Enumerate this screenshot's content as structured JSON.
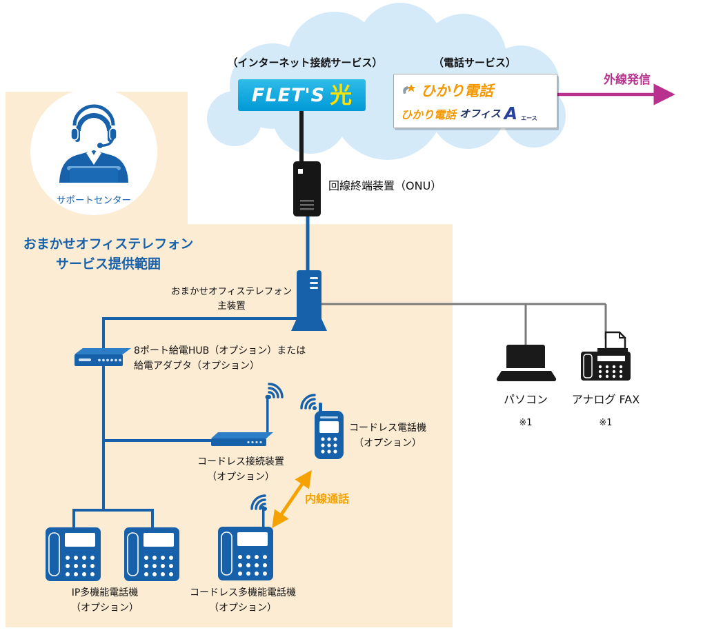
{
  "diagram_title": "おまかせオフィステレフォン サービス提供範囲",
  "colors": {
    "service_area_bg": "#fcecd4",
    "device_blue": "#1760aa",
    "cloud_blue": "#d4eaf9",
    "flets_cyan": "#00a5dd",
    "flets_hikari_yellow": "#ffe100",
    "hikari_orange": "#f39800",
    "outgoing_magenta": "#b8318e",
    "internal_call_orange": "#f5a200",
    "line_gray": "#7b7b7b",
    "line_black": "#1a1a1a"
  },
  "cloud": {
    "internet_service_label": "（インターネット接続サービス）",
    "phone_service_label": "（電話サービス）"
  },
  "logos": {
    "flets_name": "FLET'S",
    "flets_hikari": "光",
    "hikari_denwa_1": "ひかり電話",
    "hikari_denwa_2": "ひかり電話",
    "office": "オフィス",
    "office_a": "A",
    "office_ruby": "エース"
  },
  "labels": {
    "outgoing_call": "外線発信",
    "internal_call": "内線通話",
    "support_center": "サポートセンター",
    "service_area_line1": "おまかせオフィステレフォン",
    "service_area_line2": "サービス提供範囲",
    "onu": "回線終端装置（ONU）",
    "main_unit_line1": "おまかせオフィステレフォン",
    "main_unit_line2": "主装置",
    "hub_line1": "8ポート給電HUB（オプション）または",
    "hub_line2": "給電アダプタ（オプション）",
    "cordless_adapter_line1": "コードレス接続装置",
    "cordless_adapter_line2": "（オプション）",
    "cordless_phone_line1": "コードレス電話機",
    "cordless_phone_line2": "（オプション）",
    "ip_phone_line1": "IP多機能電話機",
    "ip_phone_line2": "（オプション）",
    "cordless_multi_phone_line1": "コードレス多機能電話機",
    "cordless_multi_phone_line2": "（オプション）",
    "pc": "パソコン",
    "fax": "アナログ FAX",
    "pc_note": "※1",
    "fax_note": "※1"
  },
  "icons": [
    "internet-cloud",
    "support-operator",
    "onu-device",
    "main-unit",
    "poe-hub",
    "cordless-adapter",
    "wifi-signal",
    "cordless-handset",
    "ip-desk-phone",
    "cordless-desk-phone",
    "laptop",
    "fax-machine",
    "outgoing-call-arrow",
    "internal-call-arrow"
  ]
}
